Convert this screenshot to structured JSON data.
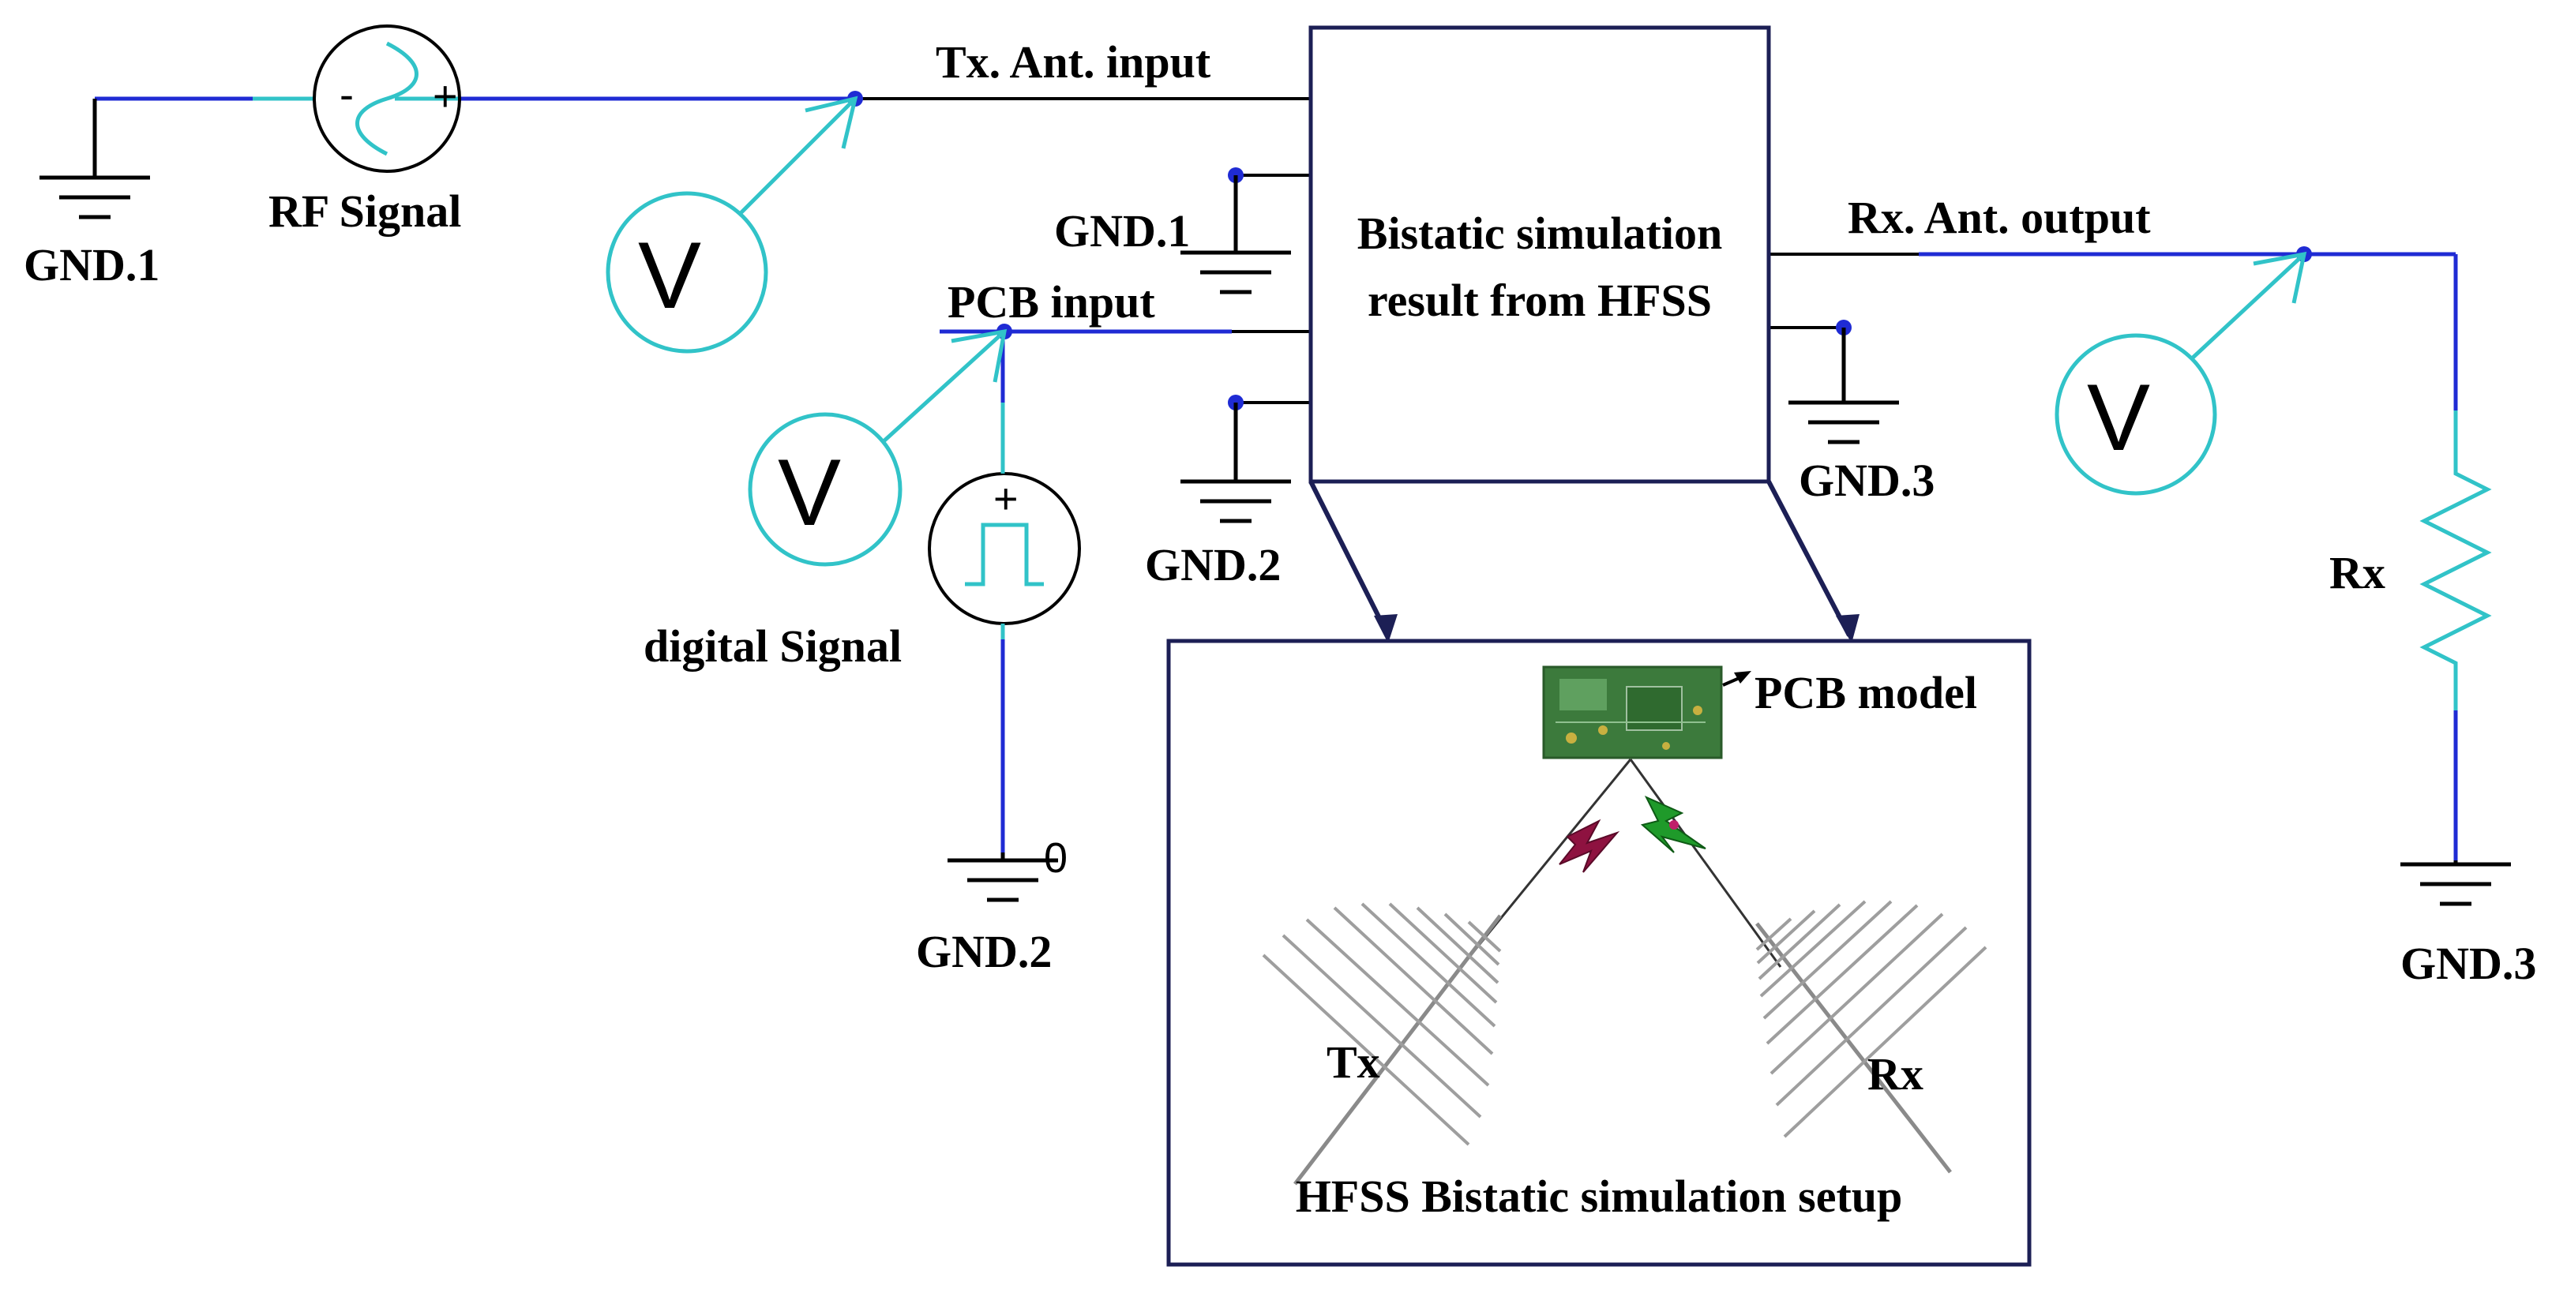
{
  "colors": {
    "wire": "#1f2bd4",
    "probe": "#31c3c8",
    "block_border": "#1c1f55",
    "ground": "#000000",
    "tx_marker": "#8e1240",
    "rx_marker": "#1f9a2a",
    "pcb_green": "#3c7a3c",
    "antenna": "#9e9e9e"
  },
  "labels": {
    "tx_ant_input": "Tx. Ant. input",
    "rx_ant_output": "Rx. Ant. output",
    "pcb_input": "PCB input",
    "rf_signal": "RF Signal",
    "digital_signal": "digital Signal",
    "gnd1_left": "GND.1",
    "gnd1_mid": "GND.1",
    "gnd2_mid": "GND.2",
    "gnd2_bottom": "GND.2",
    "gnd3_mid": "GND.3",
    "gnd3_right": "GND.3",
    "rx_resistor": "Rx",
    "block_line1": "Bistatic simulation",
    "block_line2": "result from HFSS",
    "pcb_model": "PCB model",
    "tx": "Tx",
    "rx": "Rx",
    "setup_caption": "HFSS Bistatic simulation setup",
    "zero_node": "0",
    "voltmeter_symbol": "V",
    "source_minus": "-",
    "source_plus": "+",
    "pulse_plus": "+"
  },
  "icons": {
    "rf_source": "sine-source-icon",
    "digital_source": "pulse-source-icon",
    "voltmeter": "voltmeter-probe-icon",
    "ground": "ground-icon",
    "resistor": "resistor-icon",
    "antenna": "log-periodic-antenna-icon",
    "pcb": "pcb-board-icon"
  }
}
